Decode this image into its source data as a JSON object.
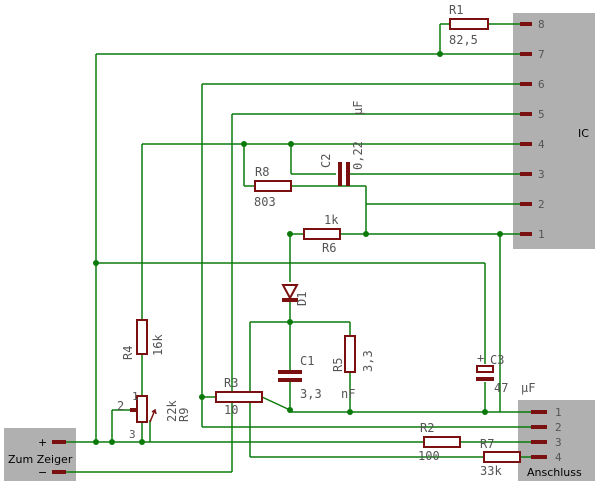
{
  "ic": {
    "label": "IC",
    "pins": [
      "8",
      "7",
      "6",
      "5",
      "4",
      "3",
      "2",
      "1"
    ]
  },
  "anschluss": {
    "label": "Anschluss",
    "pins": [
      "1",
      "2",
      "3",
      "4"
    ]
  },
  "zeiger": {
    "label": "Zum Zeiger",
    "plus": "+",
    "minus": "−"
  },
  "components": {
    "r1": {
      "name": "R1",
      "value": "82,5"
    },
    "r2": {
      "name": "R2",
      "value": "100"
    },
    "r3": {
      "name": "R3",
      "value": "10"
    },
    "r4": {
      "name": "R4",
      "value": "16k"
    },
    "r5": {
      "name": "R5",
      "value": "3,3"
    },
    "r6": {
      "name": "R6",
      "value": "1k"
    },
    "r7": {
      "name": "R7",
      "value": "33k"
    },
    "r8": {
      "name": "R8",
      "value": "803"
    },
    "r9": {
      "name": "R9",
      "value": "22k",
      "pin1": "1",
      "pin2": "2",
      "pin3": "3"
    },
    "c1": {
      "name": "C1",
      "value": "3,3",
      "unit": "nF"
    },
    "c2": {
      "name": "C2",
      "value": "0,22",
      "unit": "µF"
    },
    "c3": {
      "name": "C3",
      "value": "47",
      "unit": "µF",
      "plus": "+"
    },
    "d1": {
      "name": "D1"
    }
  }
}
